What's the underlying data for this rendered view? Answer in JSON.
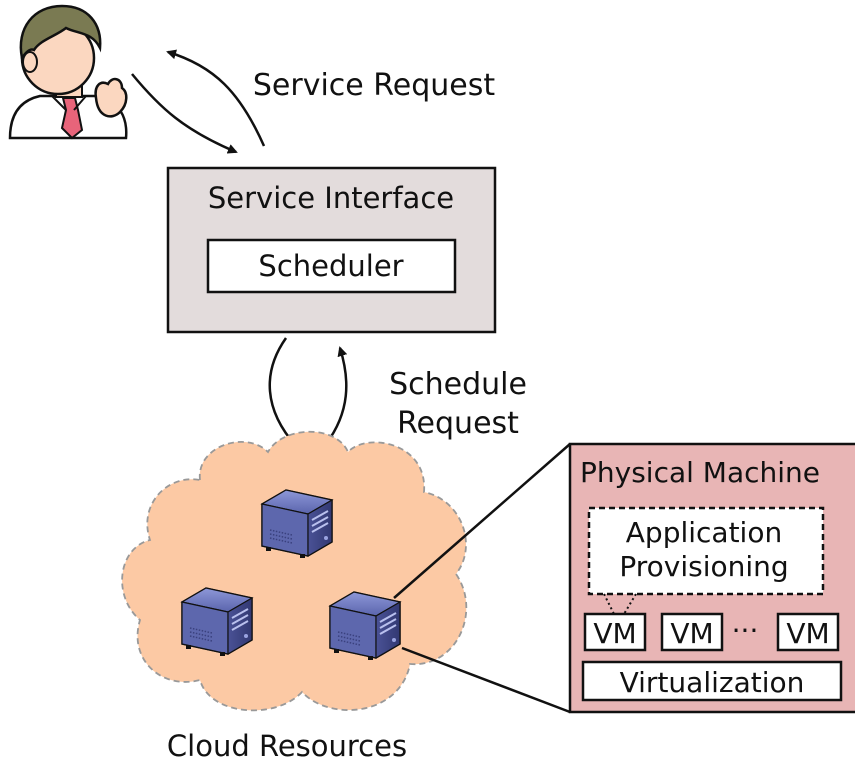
{
  "labels": {
    "service_request": "Service Request",
    "service_interface": "Service Interface",
    "scheduler": "Scheduler",
    "schedule_request_line1": "Schedule",
    "schedule_request_line2": "Request",
    "physical_machine": "Physical Machine",
    "app_prov_line1": "Application",
    "app_prov_line2": "Provisioning",
    "vm1": "VM",
    "vm2": "VM",
    "ellipsis": "···",
    "vm3": "VM",
    "virtualization": "Virtualization",
    "cloud_resources": "Cloud Resources"
  },
  "colors": {
    "interface_fill": "#e3dcdc",
    "cloud_fill": "#fcc9a4",
    "machine_fill": "#e8b5b5",
    "server_body": "#5a63a8",
    "stroke": "#111111"
  },
  "icons": [
    "user-icon",
    "server-icon"
  ]
}
